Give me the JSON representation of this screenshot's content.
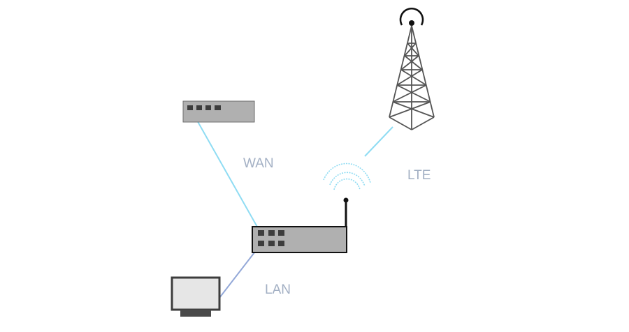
{
  "labels": {
    "wan": "WAN",
    "lte": "LTE",
    "lan": "LAN"
  },
  "nodes": {
    "switch": "network-switch-icon",
    "router": "lte-router-icon",
    "tower": "cell-tower-icon",
    "signal": "wireless-signal-icon",
    "computer": "computer-monitor-icon"
  },
  "colors": {
    "wan_line": "#8fdcf3",
    "lte_line": "#8fdcf3",
    "lan_line": "#93a8d8",
    "device_fill": "#b0b0b0",
    "port": "#3d3d3d",
    "tower": "#555555"
  }
}
